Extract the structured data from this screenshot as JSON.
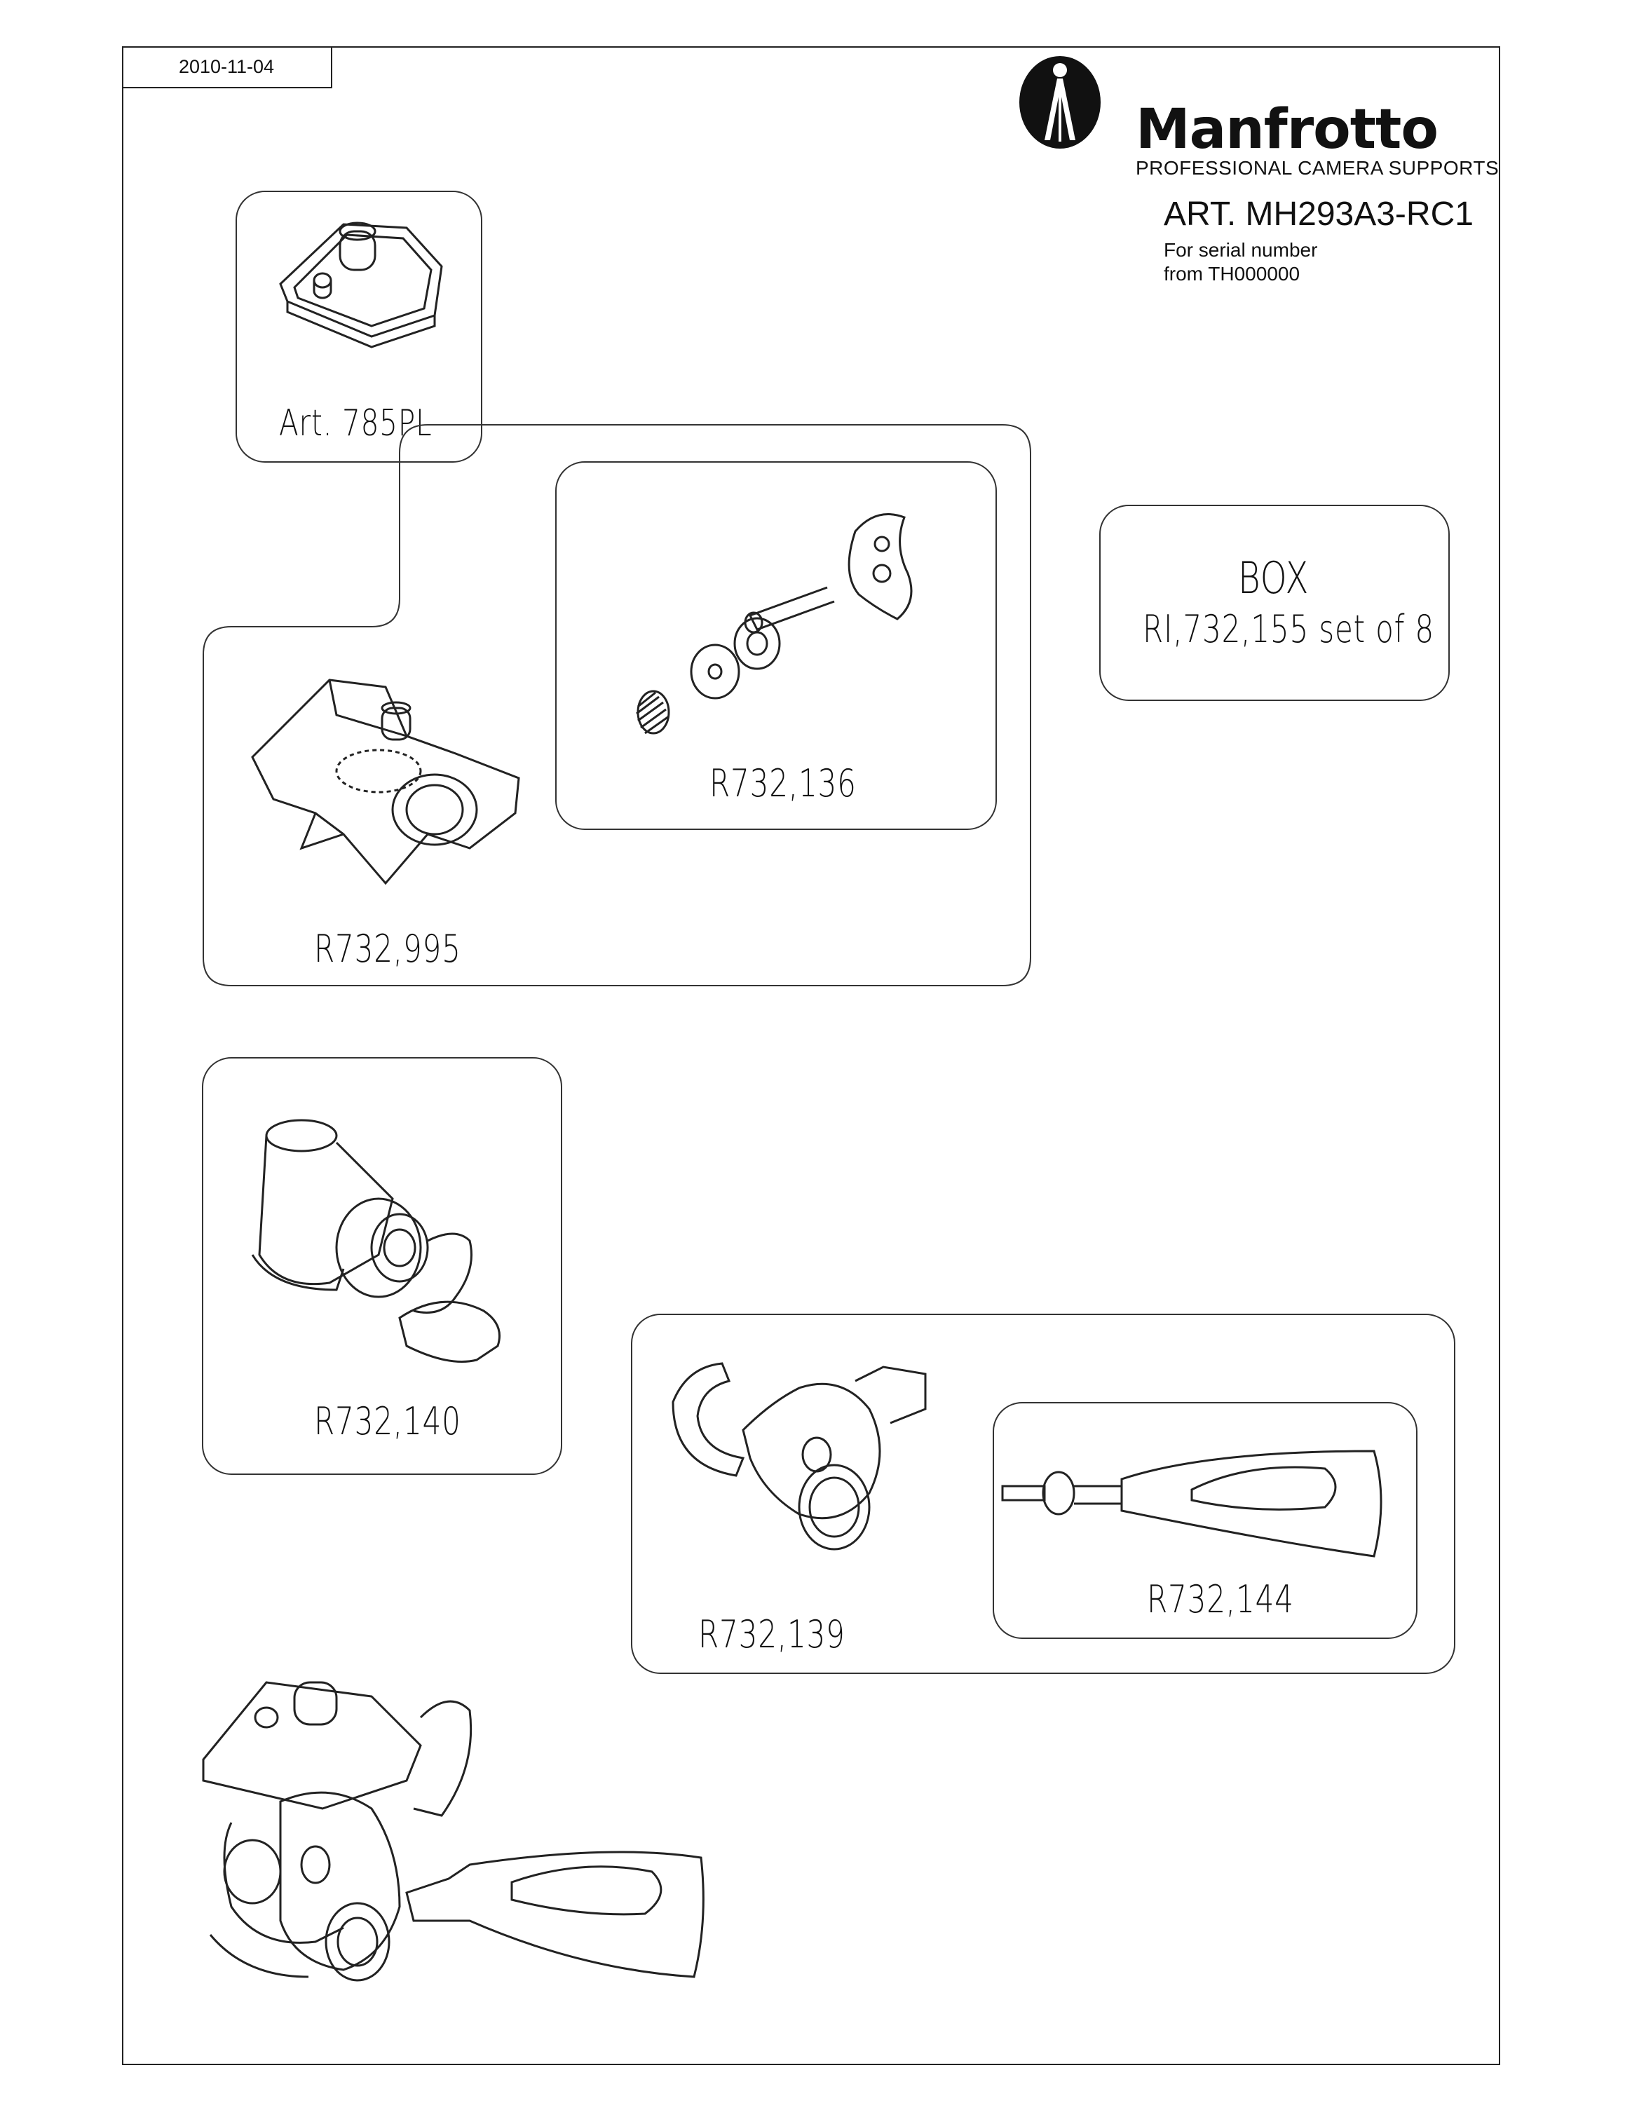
{
  "header": {
    "date": "2010-11-04",
    "brand": "Manfrotto",
    "tagline": "PROFESSIONAL CAMERA SUPPORTS",
    "article": "ART. MH293A3-RC1",
    "serial_line1": "For serial number",
    "serial_line2": "from TH000000"
  },
  "parts": {
    "plate": "Art. 785PL",
    "knob_set": "R732,136",
    "body": "R732,995",
    "box_title": "BOX",
    "box_sub": "RI,732,155 set of 8",
    "ball_unit": "R732,140",
    "clamp": "R732,139",
    "handle": "R732,144"
  }
}
